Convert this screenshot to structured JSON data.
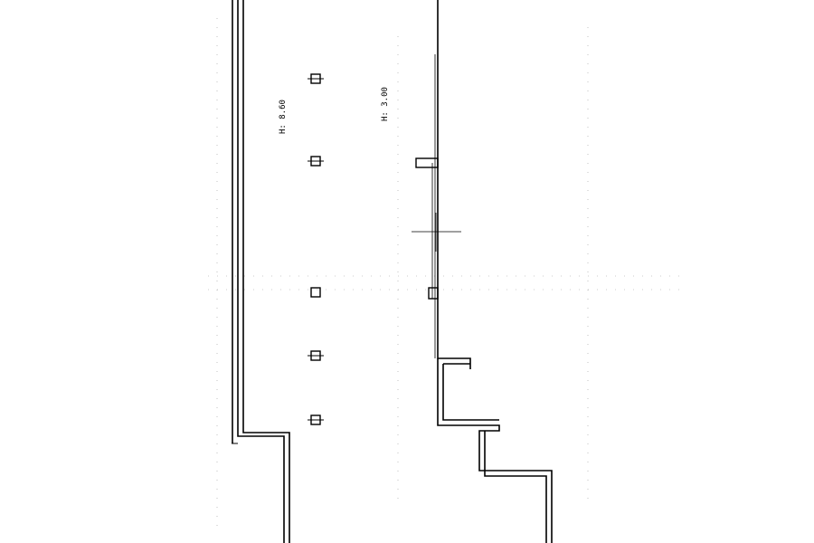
{
  "plan": {
    "height_labels": [
      {
        "text": "H: 8.60"
      },
      {
        "text": "H: 3.00"
      }
    ],
    "column_count": 6,
    "colors": {
      "ink": "#000000",
      "paper": "#ffffff",
      "guide": "#9a9a9a"
    }
  }
}
